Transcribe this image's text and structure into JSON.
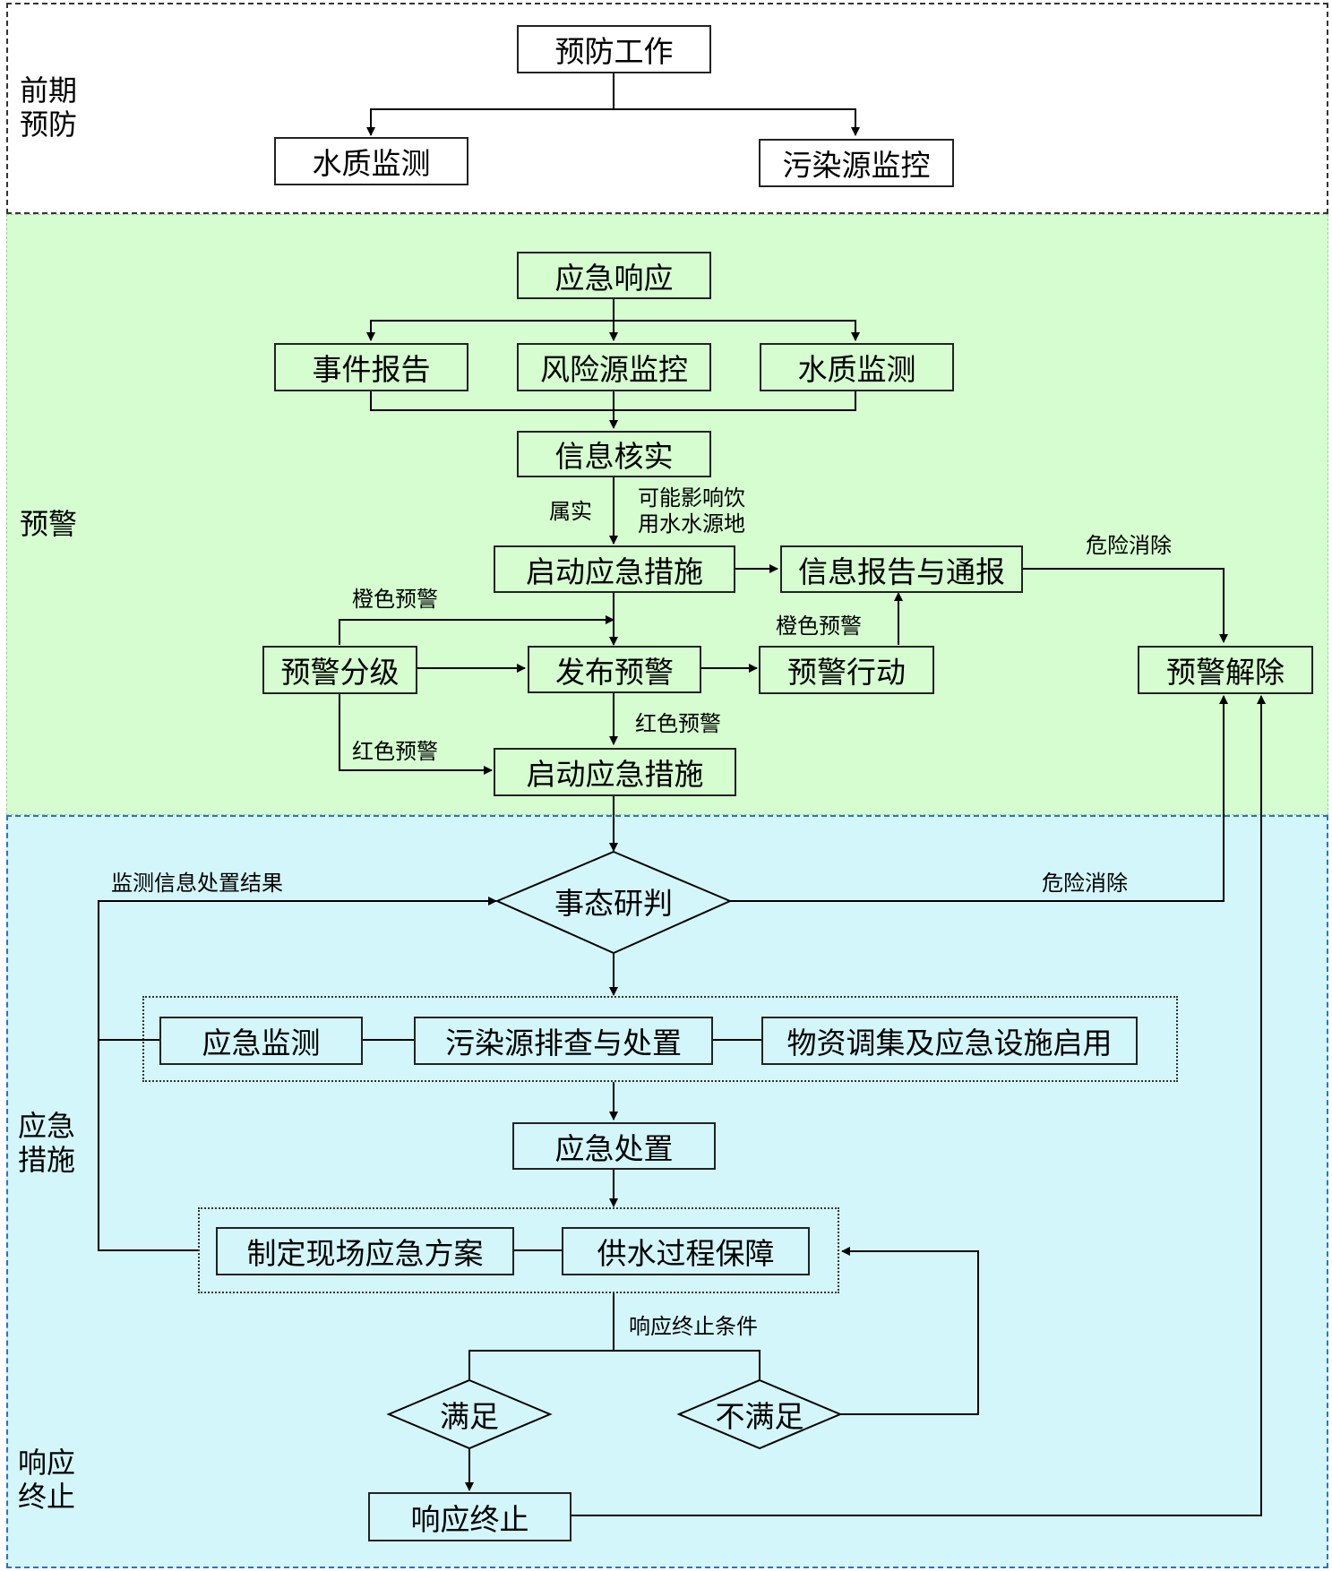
{
  "stages": {
    "prevention": [
      "前期",
      "预防"
    ],
    "warning": "预警",
    "response": [
      "应急",
      "措施"
    ],
    "termination": [
      "响应",
      "终止"
    ]
  },
  "nodes": {
    "prevention_work": "预防工作",
    "water_quality_monitor_1": "水质监测",
    "pollution_source_monitor": "污染源监控",
    "emergency_response": "应急响应",
    "incident_report": "事件报告",
    "risk_source_monitor": "风险源监控",
    "water_quality_monitor_2": "水质监测",
    "info_verification": "信息核实",
    "start_emergency_measures_1": "启动应急措施",
    "info_report_notify": "信息报告与通报",
    "warning_grading": "预警分级",
    "issue_warning": "发布预警",
    "warning_action": "预警行动",
    "warning_release": "预警解除",
    "start_emergency_measures_2": "启动应急措施",
    "situation_assessment": "事态研判",
    "emergency_monitoring": "应急监测",
    "pollution_investigation": "污染源排查与处置",
    "materials_dispatch": "物资调集及应急设施启用",
    "emergency_disposal": "应急处置",
    "onsite_plan": "制定现场应急方案",
    "water_supply_guarantee": "供水过程保障",
    "satisfied": "满足",
    "not_satisfied": "不满足",
    "response_terminated": "响应终止"
  },
  "edge_labels": {
    "confirmed": "属实",
    "may_affect_line1": "可能影响饮",
    "may_affect_line2": "用水水源地",
    "danger_cleared_1": "危险消除",
    "orange_warning_1": "橙色预警",
    "orange_warning_2": "橙色预警",
    "red_warning_1": "红色预警",
    "red_warning_2": "红色预警",
    "monitoring_result": "监测信息处置结果",
    "danger_cleared_2": "危险消除",
    "termination_condition": "响应终止条件"
  },
  "colors": {
    "warning_zone": "#d5fdd0",
    "response_zone": "#d3f6fa",
    "response_zone_border": "#2f6fd0"
  }
}
